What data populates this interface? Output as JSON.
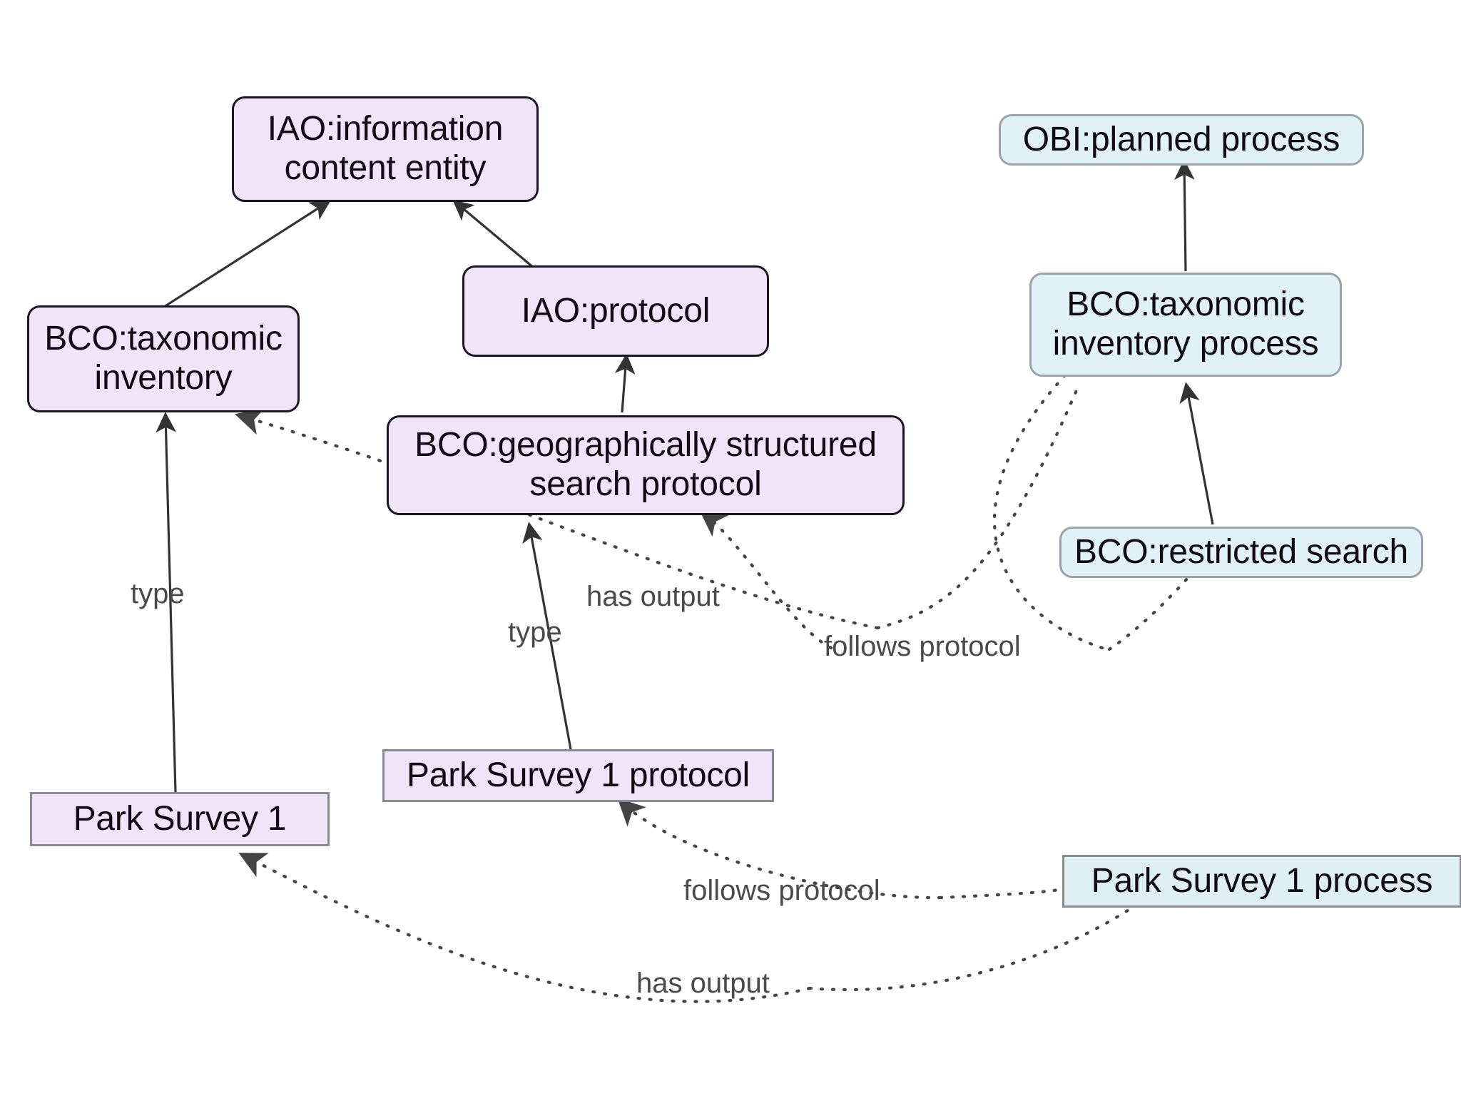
{
  "diagram": {
    "title": "BCO taxonomic inventory ontology mapping",
    "background": "#ffffff",
    "colors": {
      "class_purple_fill": "#efe4f8",
      "class_purple_stroke": "#1d1526",
      "class_cyan_fill": "#e0f2f7",
      "class_cyan_stroke": "#9aa3a8",
      "instance_stroke": "#8a8a92",
      "edge_solid": "#333333",
      "edge_dotted": "#444444",
      "label_text": "#4a4a4a"
    }
  },
  "nodes": [
    {
      "id": "iao_ice",
      "label": "IAO:information\ncontent entity",
      "kind": "class",
      "color": "purple"
    },
    {
      "id": "bco_tax_inv",
      "label": "BCO:taxonomic\ninventory",
      "kind": "class",
      "color": "purple"
    },
    {
      "id": "iao_protocol",
      "label": "IAO:protocol",
      "kind": "class",
      "color": "purple"
    },
    {
      "id": "bco_geo_search",
      "label": "BCO:geographically structured\nsearch protocol",
      "kind": "class",
      "color": "purple"
    },
    {
      "id": "obi_planned",
      "label": "OBI:planned process",
      "kind": "class",
      "color": "cyan"
    },
    {
      "id": "bco_tax_proc",
      "label": "BCO:taxonomic\ninventory process",
      "kind": "class",
      "color": "cyan"
    },
    {
      "id": "bco_restricted",
      "label": "BCO:restricted search",
      "kind": "class",
      "color": "cyan"
    },
    {
      "id": "ps1",
      "label": "Park Survey 1",
      "kind": "instance",
      "color": "purple"
    },
    {
      "id": "ps1_protocol",
      "label": "Park Survey 1 protocol",
      "kind": "instance",
      "color": "purple"
    },
    {
      "id": "ps1_process",
      "label": "Park Survey 1 process",
      "kind": "instance",
      "color": "cyan"
    }
  ],
  "edges": [
    {
      "id": "e1",
      "from": "bco_tax_inv",
      "to": "iao_ice",
      "label": "",
      "style": "solid"
    },
    {
      "id": "e2",
      "from": "iao_protocol",
      "to": "iao_ice",
      "label": "",
      "style": "solid"
    },
    {
      "id": "e3",
      "from": "bco_geo_search",
      "to": "iao_protocol",
      "label": "",
      "style": "solid"
    },
    {
      "id": "e4",
      "from": "bco_tax_proc",
      "to": "obi_planned",
      "label": "",
      "style": "solid"
    },
    {
      "id": "e5",
      "from": "bco_restricted",
      "to": "bco_tax_proc",
      "label": "",
      "style": "solid"
    },
    {
      "id": "e6",
      "from": "ps1",
      "to": "bco_tax_inv",
      "label": "type",
      "style": "solid"
    },
    {
      "id": "e7",
      "from": "ps1_protocol",
      "to": "bco_geo_search",
      "label": "type",
      "style": "solid"
    },
    {
      "id": "e8",
      "from": "bco_tax_proc",
      "to": "bco_tax_inv",
      "label": "has output",
      "style": "dotted"
    },
    {
      "id": "e9",
      "from": "bco_tax_proc",
      "to": "bco_geo_search",
      "label": "follows protocol",
      "style": "dotted"
    },
    {
      "id": "e10",
      "from": "bco_restricted",
      "to": "bco_tax_proc",
      "label": "follows protocol",
      "style": "dotted"
    },
    {
      "id": "e11",
      "from": "ps1_process",
      "to": "ps1_protocol",
      "label": "follows protocol",
      "style": "dotted"
    },
    {
      "id": "e12",
      "from": "ps1_process",
      "to": "ps1",
      "label": "has output",
      "style": "dotted"
    }
  ],
  "edge_labels": {
    "type_left": "type",
    "type_mid": "type",
    "has_output_mid": "has output",
    "follows_protocol_mid": "follows protocol",
    "follows_protocol_bottom": "follows protocol",
    "has_output_bottom": "has output"
  }
}
